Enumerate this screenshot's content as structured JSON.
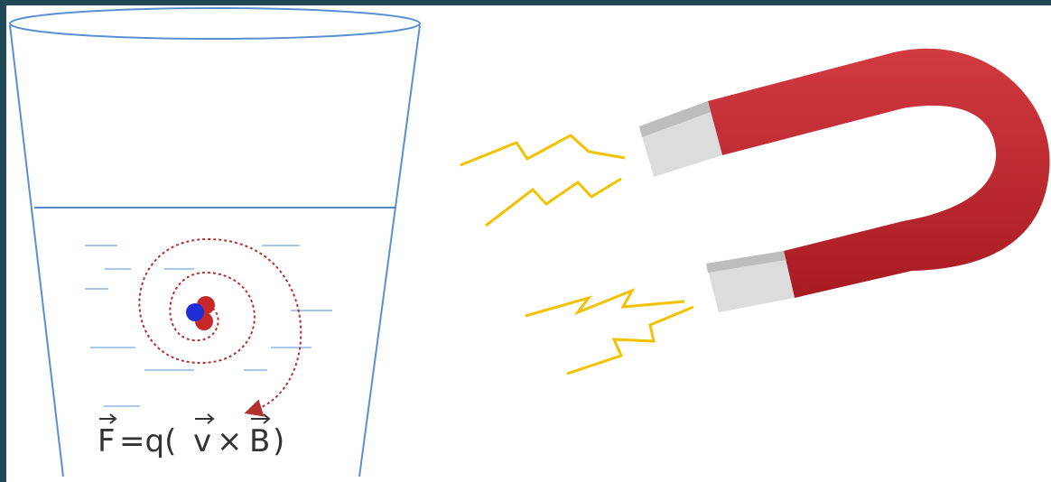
{
  "diagram": {
    "formula": {
      "F": "F",
      "equals_q": "=q(",
      "v": "v",
      "times": "×",
      "B": "B",
      "close": ")"
    }
  },
  "colors": {
    "frame": "#1f4a55",
    "background": "#ffffff",
    "beaker_outline": "#5a8fd1",
    "water_line": "#4f86c9",
    "ripple": "#a9c8ea",
    "spiral": "#b33030",
    "proton": "#c62828",
    "electron": "#1e2fd6",
    "magnet_body": "#c0232b",
    "magnet_pole": "#dcdcdc",
    "spark": "#f2c200"
  },
  "icons": [
    "beaker-icon",
    "spiral-trajectory-icon",
    "particle-icon",
    "horseshoe-magnet-icon",
    "lightning-spark-icon"
  ]
}
